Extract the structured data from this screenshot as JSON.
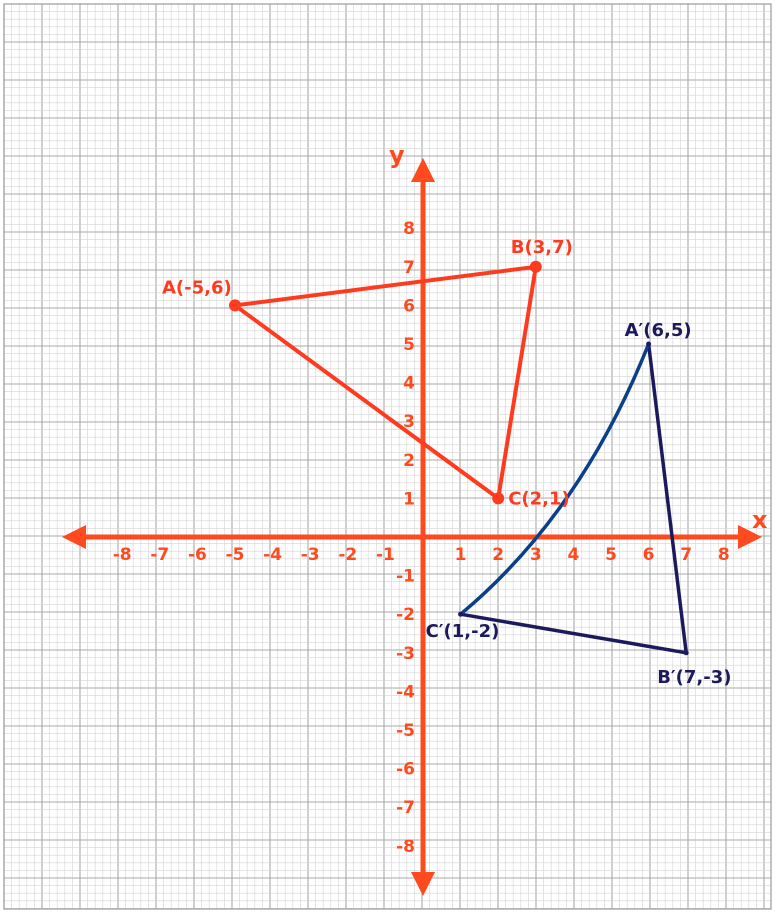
{
  "chart_data": {
    "type": "scatter",
    "xlabel": "x",
    "ylabel": "y",
    "xlim": [
      -9.5,
      9
    ],
    "ylim": [
      -9.5,
      10
    ],
    "grid": true,
    "x_ticks": [
      -8,
      -7,
      -6,
      -5,
      -4,
      -3,
      -2,
      -1,
      1,
      2,
      3,
      4,
      5,
      6,
      7,
      8
    ],
    "y_ticks": [
      8,
      7,
      6,
      5,
      4,
      3,
      2,
      1,
      -1,
      -2,
      -3,
      -4,
      -5,
      -6,
      -7,
      -8
    ],
    "x_tick_labels": [
      "-8",
      "-7",
      "-6",
      "-5",
      "-4",
      "-3",
      "-2",
      "-1",
      "1",
      "2",
      "3",
      "4",
      "5",
      "6",
      "7",
      "8"
    ],
    "y_tick_labels": [
      "8",
      "7",
      "6",
      "5",
      "4",
      "3",
      "2",
      "1",
      "-1",
      "-2",
      "-3",
      "-4",
      "-5",
      "-6",
      "-7",
      "-8"
    ],
    "series": [
      {
        "color": "#ff3b1f",
        "points": [
          {
            "label": "A(-5,6)",
            "x": -5,
            "y": 6
          },
          {
            "label": "B(3,7)",
            "x": 3,
            "y": 7
          },
          {
            "label": "C(2,1)",
            "x": 2,
            "y": 1
          }
        ]
      },
      {
        "color": "#1c1a5c",
        "points": [
          {
            "label": "A′(6,5)",
            "x": 6,
            "y": 5
          },
          {
            "label": "B′(7,-3)",
            "x": 7,
            "y": -3
          },
          {
            "label": "C′(1,-2)",
            "x": 1,
            "y": -2
          }
        ]
      }
    ],
    "colors": {
      "axis": "#ff4a1f",
      "original": "#ff3b1f",
      "image": "#1c1a5c",
      "image_curve": "#0a3f8c",
      "grid_minor": "#d4d4d4",
      "grid_major": "#a8a8a8"
    }
  }
}
